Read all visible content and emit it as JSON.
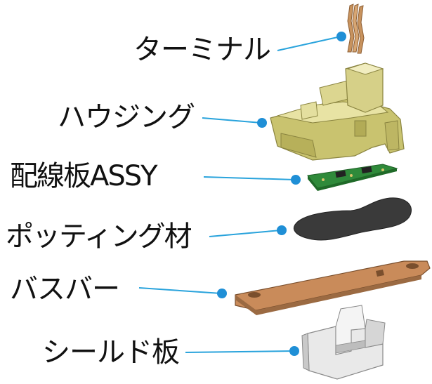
{
  "labels": {
    "terminal": "ターミナル",
    "housing": "ハウジング",
    "pcb_assy": "配線板ASSY",
    "potting": "ポッティング材",
    "busbar": "バスバー",
    "shield": "シールド板"
  },
  "colors": {
    "leader_line": "#29a3dc",
    "leader_dot": "#1f8fd6",
    "terminal": "#c8935e",
    "housing": "#d9d388",
    "pcb": "#2f8a3a",
    "potting": "#3a3a3a",
    "busbar": "#c98b5a",
    "shield": "#e6e6e6"
  }
}
